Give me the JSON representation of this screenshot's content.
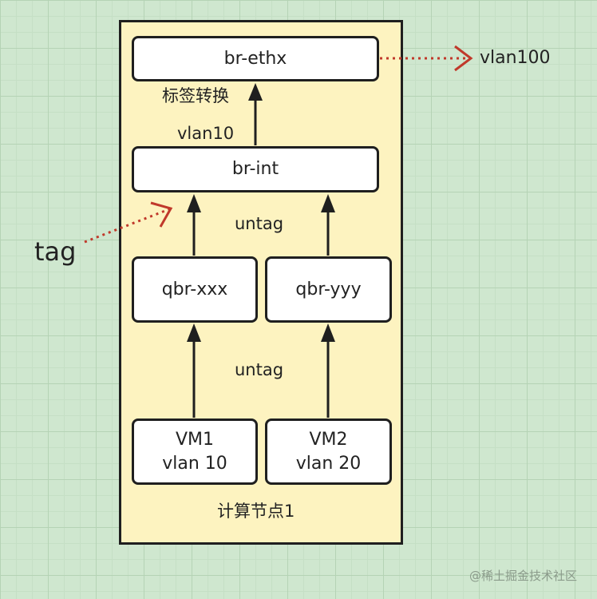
{
  "compute_node": {
    "label": "计算节点1",
    "fill": "#fdf3c0"
  },
  "nodes": {
    "br_ethx": "br-ethx",
    "br_int": "br-int",
    "qbr_xxx": "qbr-xxx",
    "qbr_yyy": "qbr-yyy",
    "vm1": {
      "name": "VM1",
      "vlan": "vlan 10"
    },
    "vm2": {
      "name": "VM2",
      "vlan": "vlan 20"
    }
  },
  "labels": {
    "tag_conversion": "标签转换",
    "vlan10": "vlan10",
    "untag_upper": "untag",
    "untag_lower": "untag",
    "external_vlan": "vlan100",
    "tag": "tag"
  },
  "watermark": "@稀土掘金技术社区",
  "colors": {
    "arrow": "#1f1f1f",
    "dotted": "#c0392b"
  }
}
